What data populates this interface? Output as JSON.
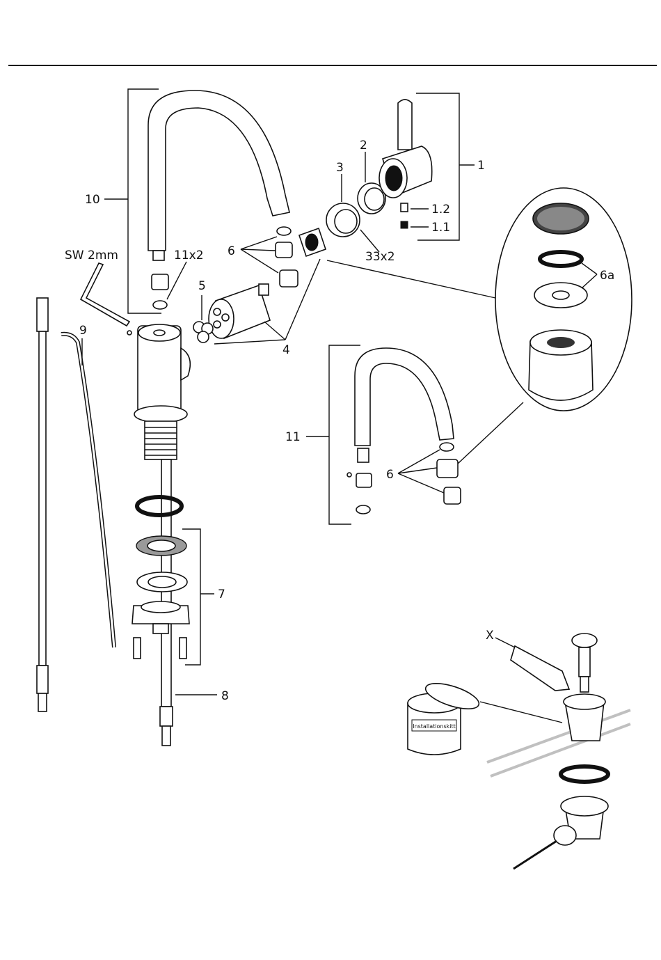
{
  "callouts": {
    "c1": "1",
    "c1_1": "1.1",
    "c1_2": "1.2",
    "c2": "2",
    "c3": "3",
    "c33x2": "33x2",
    "c4": "4",
    "c5": "5",
    "c6_top": "6",
    "c6a": "6a",
    "c6_bottom": "6",
    "c7": "7",
    "c8": "8",
    "c9": "9",
    "c10": "10",
    "c11": "11",
    "c11x2": "11x2",
    "sw": "SW 2mm",
    "x": "X"
  },
  "can_label": "Installationskitt"
}
